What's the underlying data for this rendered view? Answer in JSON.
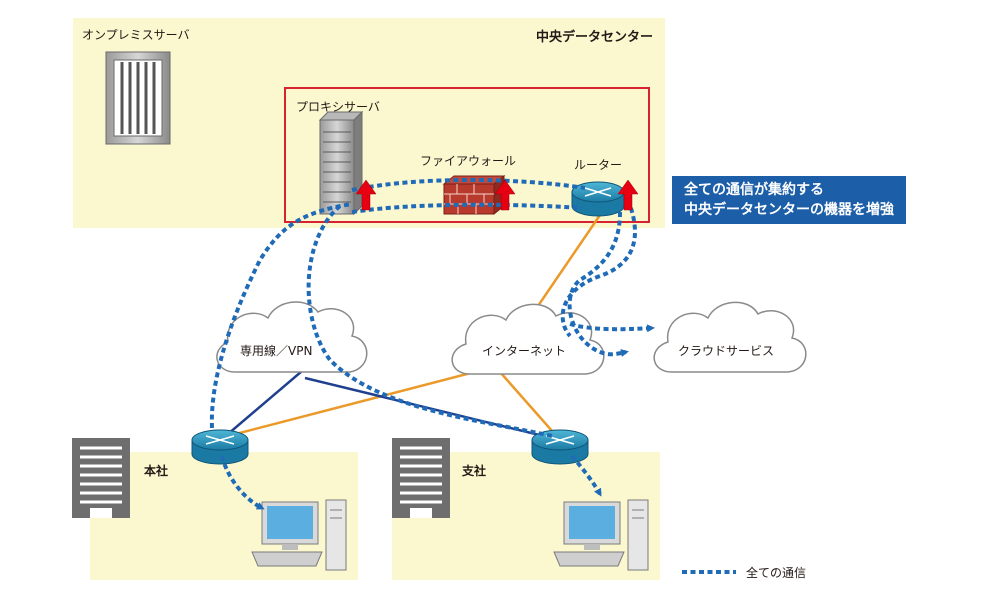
{
  "datacenter": {
    "title": "中央データセンター",
    "onprem_label": "オンプレミスサーバ",
    "proxy_label": "プロキシサーバ",
    "firewall_label": "ファイアウォール",
    "router_label": "ルーター"
  },
  "callout": {
    "line1": "全ての通信が集約する",
    "line2": "中央データセンターの機器を増強"
  },
  "clouds": {
    "vpn": "専用線／VPN",
    "internet": "インターネット",
    "cloud_service": "クラウドサービス"
  },
  "branches": {
    "hq": "本社",
    "branch": "支社"
  },
  "legend": {
    "label": "全ての通信"
  },
  "colors": {
    "zone": "#fbf8d0",
    "highlight_border": "#d7232f",
    "dotted": "#1f6bb8",
    "orange_line": "#eb9a2a",
    "navy_line": "#1f3f8f",
    "callout_bg": "#1c5ea8",
    "arrow_red": "#e60012"
  }
}
